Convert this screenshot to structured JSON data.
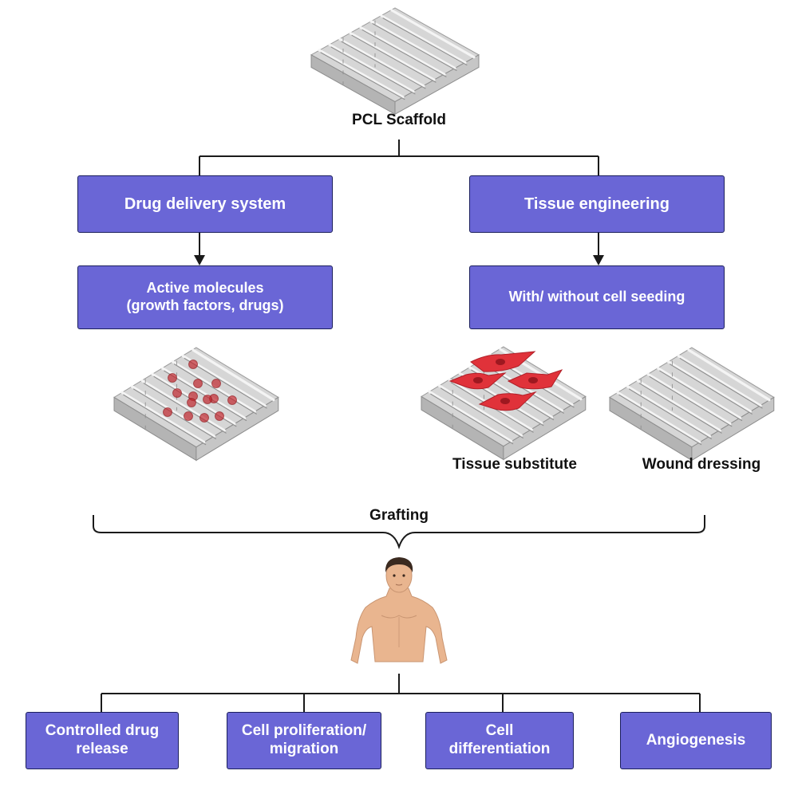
{
  "colors": {
    "box_fill": "#6a66d6",
    "box_border": "#1b1f5c",
    "line": "#1a1a1a",
    "scaffold_light": "#e2e2e2",
    "scaffold_dark": "#9c9c9c",
    "drug_particle": "#c0262d",
    "cell": "#e0323a",
    "skin": "#e9b58f",
    "hair": "#3b2a20"
  },
  "root": {
    "label": "PCL Scaffold",
    "icon": "scaffold-icon"
  },
  "branches": {
    "drug_delivery": {
      "title": "Drug delivery system",
      "sub_line1": "Active molecules",
      "sub_line2": "(growth factors, drugs)",
      "icon": "drug-loaded-scaffold-icon"
    },
    "tissue_engineering": {
      "title": "Tissue engineering",
      "sub": "With/ without cell seeding",
      "outcome_1": "Tissue substitute",
      "outcome_2": "Wound dressing",
      "icons": [
        "cell-seeded-scaffold-icon",
        "plain-scaffold-icon"
      ]
    }
  },
  "grafting": {
    "label": "Grafting",
    "icon": "human-torso-icon"
  },
  "outcomes": [
    {
      "line1": "Controlled drug",
      "line2": "release"
    },
    {
      "line1": "Cell proliferation/",
      "line2": "migration"
    },
    {
      "line1": "Cell",
      "line2": "differentiation"
    },
    {
      "line1": "Angiogenesis",
      "line2": ""
    }
  ]
}
